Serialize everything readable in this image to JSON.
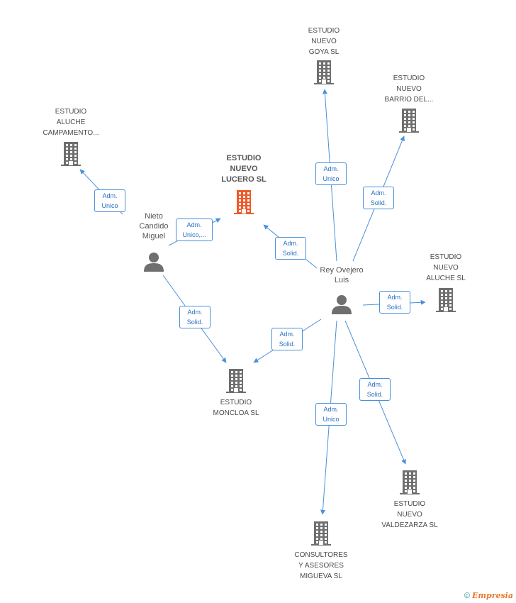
{
  "colors": {
    "edge": "#4a90d9",
    "building": "#6f6f6f",
    "building_main": "#ee5a2b",
    "person": "#6f6f6f",
    "brand": "#e8792b"
  },
  "companies": [
    {
      "id": "goya",
      "label": "ESTUDIO\nNUEVO\nGOYA  SL"
    },
    {
      "id": "barrio",
      "label": "ESTUDIO\nNUEVO\nBARRIO DEL..."
    },
    {
      "id": "aluche-camp",
      "label": "ESTUDIO\nALUCHE\nCAMPAMENTO..."
    },
    {
      "id": "lucero",
      "label": "ESTUDIO\nNUEVO\nLUCERO SL",
      "main": true
    },
    {
      "id": "aluche",
      "label": "ESTUDIO\nNUEVO\nALUCHE SL"
    },
    {
      "id": "moncloa",
      "label": "ESTUDIO\nMONCLOA SL"
    },
    {
      "id": "valdezarza",
      "label": "ESTUDIO\nNUEVO\nVALDEZARZA SL"
    },
    {
      "id": "consultores",
      "label": "CONSULTORES\nY ASESORES\nMIGUEVA SL"
    }
  ],
  "people": [
    {
      "id": "nieto",
      "label": "Nieto\nCandido\nMiguel"
    },
    {
      "id": "rey",
      "label": "Rey Ovejero\nLuis"
    }
  ],
  "relations": [
    {
      "from": "nieto",
      "to": "aluche-camp",
      "label": "Adm.\nUnico"
    },
    {
      "from": "nieto",
      "to": "lucero",
      "label": "Adm.\nUnico,..."
    },
    {
      "from": "nieto",
      "to": "moncloa",
      "label": "Adm.\nSolid."
    },
    {
      "from": "rey",
      "to": "goya",
      "label": "Adm.\nUnico"
    },
    {
      "from": "rey",
      "to": "barrio",
      "label": "Adm.\nSolid."
    },
    {
      "from": "rey",
      "to": "lucero",
      "label": "Adm.\nSolid."
    },
    {
      "from": "rey",
      "to": "aluche",
      "label": "Adm.\nSolid."
    },
    {
      "from": "rey",
      "to": "moncloa",
      "label": "Adm.\nSolid."
    },
    {
      "from": "rey",
      "to": "consultores",
      "label": "Adm.\nUnico"
    },
    {
      "from": "rey",
      "to": "valdezarza",
      "label": "Adm.\nSolid."
    }
  ],
  "footer": {
    "copyright": "©",
    "brand": "Empresia"
  }
}
